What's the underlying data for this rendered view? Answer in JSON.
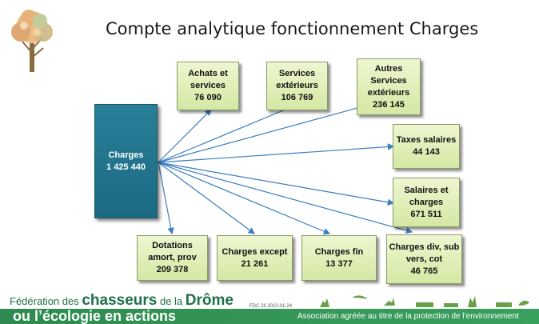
{
  "title": "Compte analytique fonctionnement Charges",
  "main": {
    "label": "Charges",
    "value": "1 425 440"
  },
  "nodes": [
    {
      "id": "achats",
      "lines": [
        "Achats et",
        "services",
        "76 090"
      ]
    },
    {
      "id": "services-ext",
      "lines": [
        "Services",
        "extérieurs",
        "106 769"
      ]
    },
    {
      "id": "autres-services",
      "lines": [
        "Autres",
        "Services",
        "extérieurs",
        "236 145"
      ]
    },
    {
      "id": "taxes",
      "lines": [
        "Taxes salaires",
        "44 143"
      ]
    },
    {
      "id": "salaires",
      "lines": [
        "Salaires et",
        "charges",
        "671 511"
      ]
    },
    {
      "id": "charges-div",
      "lines": [
        "Charges div, sub",
        "vers, cot",
        "46 765"
      ]
    },
    {
      "id": "charges-fin",
      "lines": [
        "Charges fin",
        "13 377"
      ]
    },
    {
      "id": "charges-except",
      "lines": [
        "Charges except",
        "21 261"
      ]
    },
    {
      "id": "dotations",
      "lines": [
        "Dotations",
        "amort, prov",
        "209 378"
      ]
    }
  ],
  "footer": {
    "federation_prefix": "Fédération des ",
    "federation_big": "chasseurs",
    "federation_mid": " de la ",
    "federation_region": "Drôme",
    "slogan": "ou l’écologie en actions",
    "association": "Association agréée au titre de la protection de l’environnement",
    "reference": "FDC 26 2022-01-24"
  },
  "colors": {
    "main_box": "#1b6a82",
    "node_box": "#dcebb0",
    "arrow": "#3a7fc0",
    "footer_green": "#2e8a50"
  }
}
